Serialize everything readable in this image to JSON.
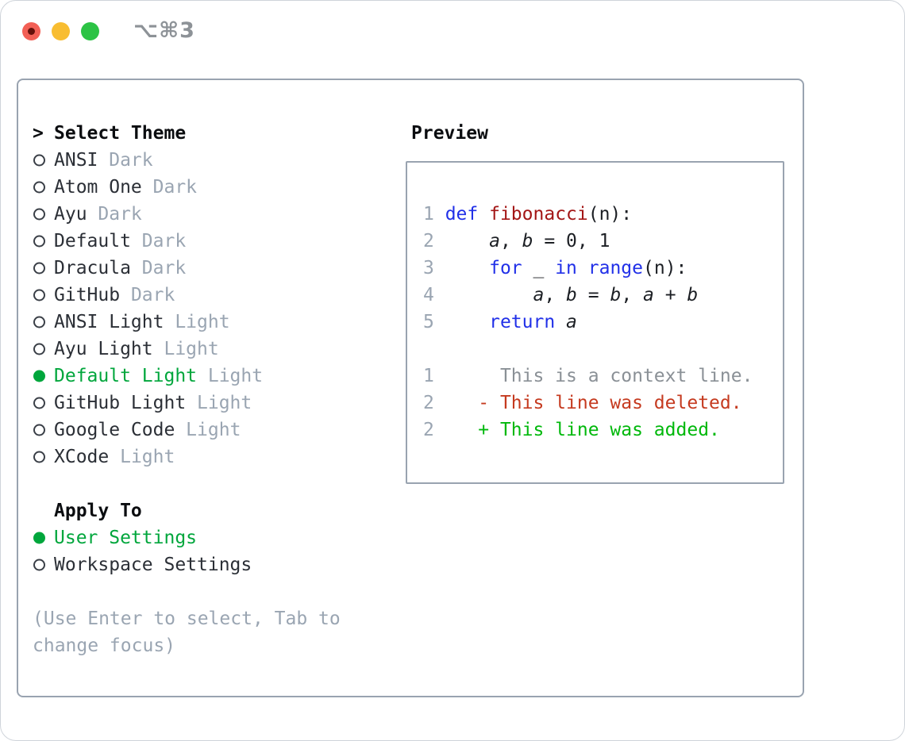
{
  "window": {
    "title": "⌥⌘3"
  },
  "colors": {
    "accent_green": "#00a63c",
    "keyword_blue": "#2130e8",
    "function_red": "#a31616",
    "deleted_red": "#c53a1f",
    "added_green": "#00b80b",
    "muted_gray": "#9aa5b2",
    "panel_border": "#99a3b0",
    "traffic_red": "#f25f55",
    "traffic_yellow": "#f8bd31",
    "traffic_green": "#2cc345"
  },
  "theme_list": {
    "header_prefix": ">",
    "header": "Select Theme",
    "items": [
      {
        "name": "ANSI",
        "variant": "Dark",
        "selected": false
      },
      {
        "name": "Atom One",
        "variant": "Dark",
        "selected": false
      },
      {
        "name": "Ayu",
        "variant": "Dark",
        "selected": false
      },
      {
        "name": "Default",
        "variant": "Dark",
        "selected": false
      },
      {
        "name": "Dracula",
        "variant": "Dark",
        "selected": false
      },
      {
        "name": "GitHub",
        "variant": "Dark",
        "selected": false
      },
      {
        "name": "ANSI Light",
        "variant": "Light",
        "selected": false
      },
      {
        "name": "Ayu Light",
        "variant": "Light",
        "selected": false
      },
      {
        "name": "Default Light",
        "variant": "Light",
        "selected": true
      },
      {
        "name": "GitHub Light",
        "variant": "Light",
        "selected": false
      },
      {
        "name": "Google Code",
        "variant": "Light",
        "selected": false
      },
      {
        "name": "XCode",
        "variant": "Light",
        "selected": false
      }
    ]
  },
  "apply_to": {
    "header": "Apply To",
    "items": [
      {
        "name": "User Settings",
        "selected": true
      },
      {
        "name": "Workspace Settings",
        "selected": false
      }
    ]
  },
  "hint_lines": [
    "(Use Enter to select, Tab to",
    "change focus)"
  ],
  "preview": {
    "header": "Preview",
    "lines": [
      {
        "num": "1 ",
        "tokens": [
          {
            "c": "kw",
            "t": "def"
          },
          {
            "c": "pl",
            "t": " "
          },
          {
            "c": "fn",
            "t": "fibonacci"
          },
          {
            "c": "pl",
            "t": "(n):"
          }
        ]
      },
      {
        "num": "2 ",
        "tokens": [
          {
            "c": "pl",
            "t": "    "
          },
          {
            "c": "var",
            "t": "a"
          },
          {
            "c": "pl",
            "t": ", "
          },
          {
            "c": "var",
            "t": "b"
          },
          {
            "c": "pl",
            "t": " = 0, 1"
          }
        ]
      },
      {
        "num": "3 ",
        "tokens": [
          {
            "c": "pl",
            "t": "    "
          },
          {
            "c": "kw",
            "t": "for"
          },
          {
            "c": "pl",
            "t": " _ "
          },
          {
            "c": "kw",
            "t": "in"
          },
          {
            "c": "pl",
            "t": " "
          },
          {
            "c": "kw",
            "t": "range"
          },
          {
            "c": "pl",
            "t": "(n):"
          }
        ]
      },
      {
        "num": "4 ",
        "tokens": [
          {
            "c": "pl",
            "t": "        "
          },
          {
            "c": "var",
            "t": "a"
          },
          {
            "c": "pl",
            "t": ", "
          },
          {
            "c": "var",
            "t": "b"
          },
          {
            "c": "pl",
            "t": " = "
          },
          {
            "c": "var",
            "t": "b"
          },
          {
            "c": "pl",
            "t": ", "
          },
          {
            "c": "var",
            "t": "a"
          },
          {
            "c": "pl",
            "t": " + "
          },
          {
            "c": "var",
            "t": "b"
          }
        ]
      },
      {
        "num": "5 ",
        "tokens": [
          {
            "c": "pl",
            "t": "    "
          },
          {
            "c": "kw",
            "t": "return"
          },
          {
            "c": "pl",
            "t": " "
          },
          {
            "c": "var",
            "t": "a"
          }
        ]
      },
      {
        "num": "",
        "tokens": []
      },
      {
        "num": "1 ",
        "tokens": [
          {
            "c": "ctx",
            "t": "     This is a context line."
          }
        ]
      },
      {
        "num": "2 ",
        "tokens": [
          {
            "c": "del",
            "t": "   - This line was deleted."
          }
        ]
      },
      {
        "num": "2 ",
        "tokens": [
          {
            "c": "add",
            "t": "   + This line was added."
          }
        ]
      }
    ]
  }
}
